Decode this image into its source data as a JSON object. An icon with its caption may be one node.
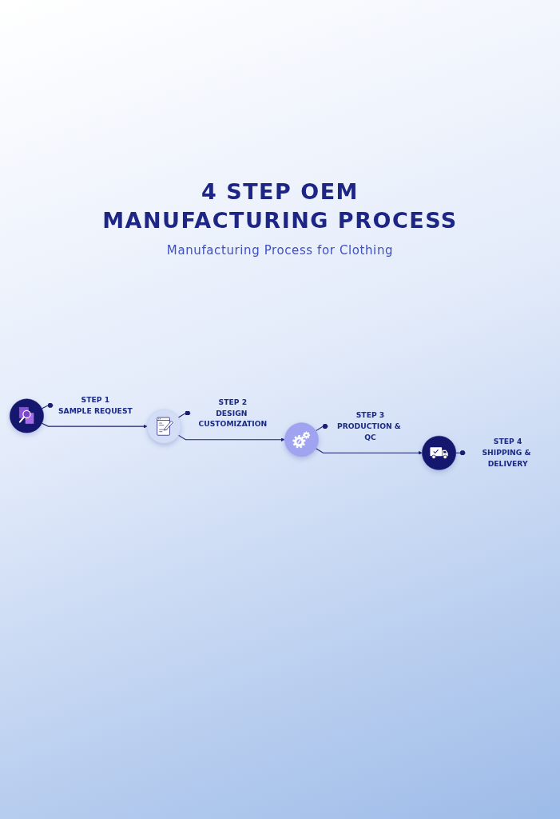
{
  "diagram": {
    "title": "4 STEP OEM MANUFACTURING PROCESS",
    "nodes": [
      {
        "text": [],
        "shape": "circle"
      },
      {
        "text": [],
        "shape": "circle"
      },
      {
        "text": [],
        "shape": "circle"
      },
      {
        "text": [],
        "shape": "circle"
      },
      {
        "text": [
          "STEP 1",
          "SAMPLE REQUEST"
        ]
      },
      {
        "text": [
          "STEP 2",
          "DESIGN CUSTOMIZATION"
        ]
      },
      {
        "text": [
          "STEP 3",
          "PRODUCTION & QC"
        ]
      },
      {
        "text": [
          "STEP 4",
          "SHIPPING & DELIVERY"
        ]
      }
    ],
    "edges": [
      {
        "from": 0,
        "to": 4,
        "arrow": "other"
      },
      {
        "from": 1,
        "to": 5,
        "arrow": "other"
      },
      {
        "from": 2,
        "to": 6,
        "arrow": "other"
      },
      {
        "from": 3,
        "to": 7,
        "arrow": "other"
      },
      {
        "from": 0,
        "to": 1,
        "arrow": "to"
      },
      {
        "from": 1,
        "to": 2,
        "arrow": "to"
      },
      {
        "from": 2,
        "to": 3,
        "arrow": "to"
      }
    ],
    "labels": [
      "Manufacturing Process for Clothing"
    ]
  }
}
